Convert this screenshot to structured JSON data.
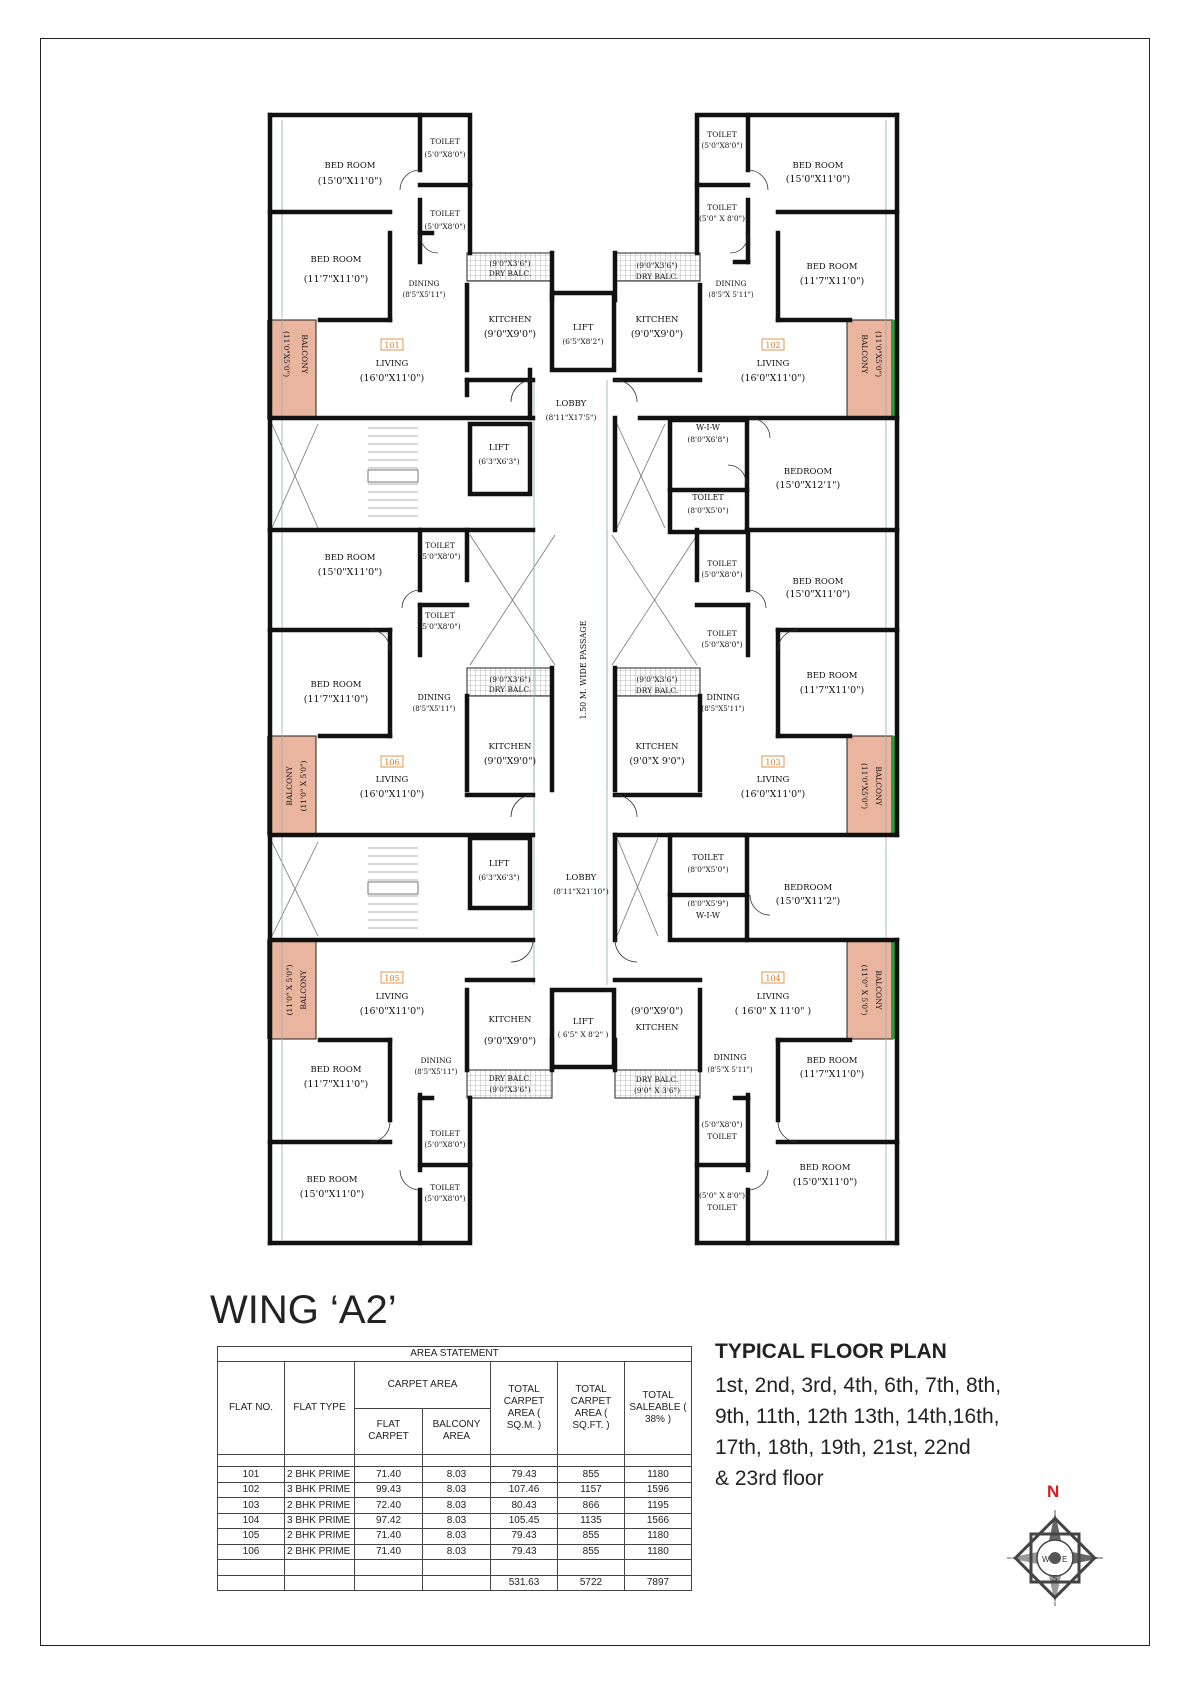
{
  "wing_title": "WING ‘A2’",
  "floor_plan": {
    "title": "TYPICAL FLOOR PLAN",
    "floors_lines": [
      "1st, 2nd, 3rd, 4th, 6th, 7th, 8th,",
      "9th, 11th, 12th 13th, 14th,16th,",
      "17th, 18th, 19th, 21st, 22nd",
      "& 23rd floor"
    ]
  },
  "north_label": "N",
  "compass_letters": {
    "w": "W",
    "e": "E",
    "s": "S"
  },
  "colors": {
    "flat_number": "#e07a1f",
    "balcony_fill": "#e9b59e",
    "balcony_edge": "#2e9c3a",
    "north": "#d52020"
  },
  "area_statement": {
    "title": "AREA STATEMENT",
    "headers": {
      "flat_no": "FLAT NO.",
      "flat_type": "FLAT TYPE",
      "carpet_area": "CARPET AREA",
      "flat_carpet": "FLAT CARPET",
      "balcony_area": "BALCONY AREA",
      "total_sqm": "TOTAL CARPET AREA ( SQ.M. )",
      "total_sqft": "TOTAL CARPET AREA ( SQ.FT. )",
      "saleable": "TOTAL SALEABLE ( 38% )"
    },
    "rows": [
      [
        "101",
        "2 BHK PRIME",
        "71.40",
        "8.03",
        "79.43",
        "855",
        "1180"
      ],
      [
        "102",
        "3 BHK PRIME",
        "99.43",
        "8.03",
        "107.46",
        "1157",
        "1596"
      ],
      [
        "103",
        "2 BHK PRIME",
        "72.40",
        "8.03",
        "80.43",
        "866",
        "1195"
      ],
      [
        "104",
        "3 BHK PRIME",
        "97.42",
        "8.03",
        "105.45",
        "1135",
        "1566"
      ],
      [
        "105",
        "2 BHK PRIME",
        "71.40",
        "8.03",
        "79.43",
        "855",
        "1180"
      ],
      [
        "106",
        "2 BHK PRIME",
        "71.40",
        "8.03",
        "79.43",
        "855",
        "1180"
      ]
    ],
    "totals": [
      "531.63",
      "5722",
      "7897"
    ]
  },
  "plan_labels": {
    "bed_room": "BED ROOM",
    "bedroom": "BEDROOM",
    "toilet": "TOILET",
    "dining": "DINING",
    "kitchen": "KITCHEN",
    "living": "LIVING",
    "lift": "LIFT",
    "lobby": "LOBBY",
    "dry_balc": "DRY BALC.",
    "balcony": "BALCONY",
    "wiw": "W-I-W",
    "passage": "1.50 M. WIDE PASSAGE",
    "d_bed_15_11": "(15'0\"X11'0\")",
    "d_bed_11_7": "(11'7\"X11'0\")",
    "d_toilet": "(5'0\"X8'0\")",
    "d_toilet2": "(5'0\" X 8'0\")",
    "d_dining": "(8'5\"X5'11\")",
    "d_dining2": "(8'5\"X 5'11\")",
    "d_kitchen": "(9'0\"X9'0\")",
    "d_kitchen2": "(9'0\"X 9'0\")",
    "d_living": "(16'0\"X11'0\")",
    "d_living2": "( 16'0\" X 11'0\" )",
    "d_lift": "(6'5\"X8'2\")",
    "d_lift2": "( 6'5\" X 8'2\" )",
    "d_lift_small": "(6'3\"X6'3\")",
    "d_lobby1": "(8'11\"X17'5\")",
    "d_lobby2": "(8'11\"X21'10\")",
    "d_drybalc": "(9'0\"X3'6\")",
    "d_drybalc2": "(9'0\" X 3'6\")",
    "d_balcony": "(11'0\"X5'0\")",
    "d_balcony2": "(11'0\" X 5'0\")",
    "d_wiw": "(8'0\"X6'8\")",
    "d_wiw2": "(8'0\"X5'9\")",
    "d_toilet_wiw": "(8'0\"X5'0\")",
    "d_bedroom_15_12_1": "(15'0\"X12'1\")",
    "d_bedroom_15_11_2": "(15'0\"X11'2\")",
    "flat_101": "101",
    "flat_102": "102",
    "flat_103": "103",
    "flat_104": "104",
    "flat_105": "105",
    "flat_106": "106"
  }
}
